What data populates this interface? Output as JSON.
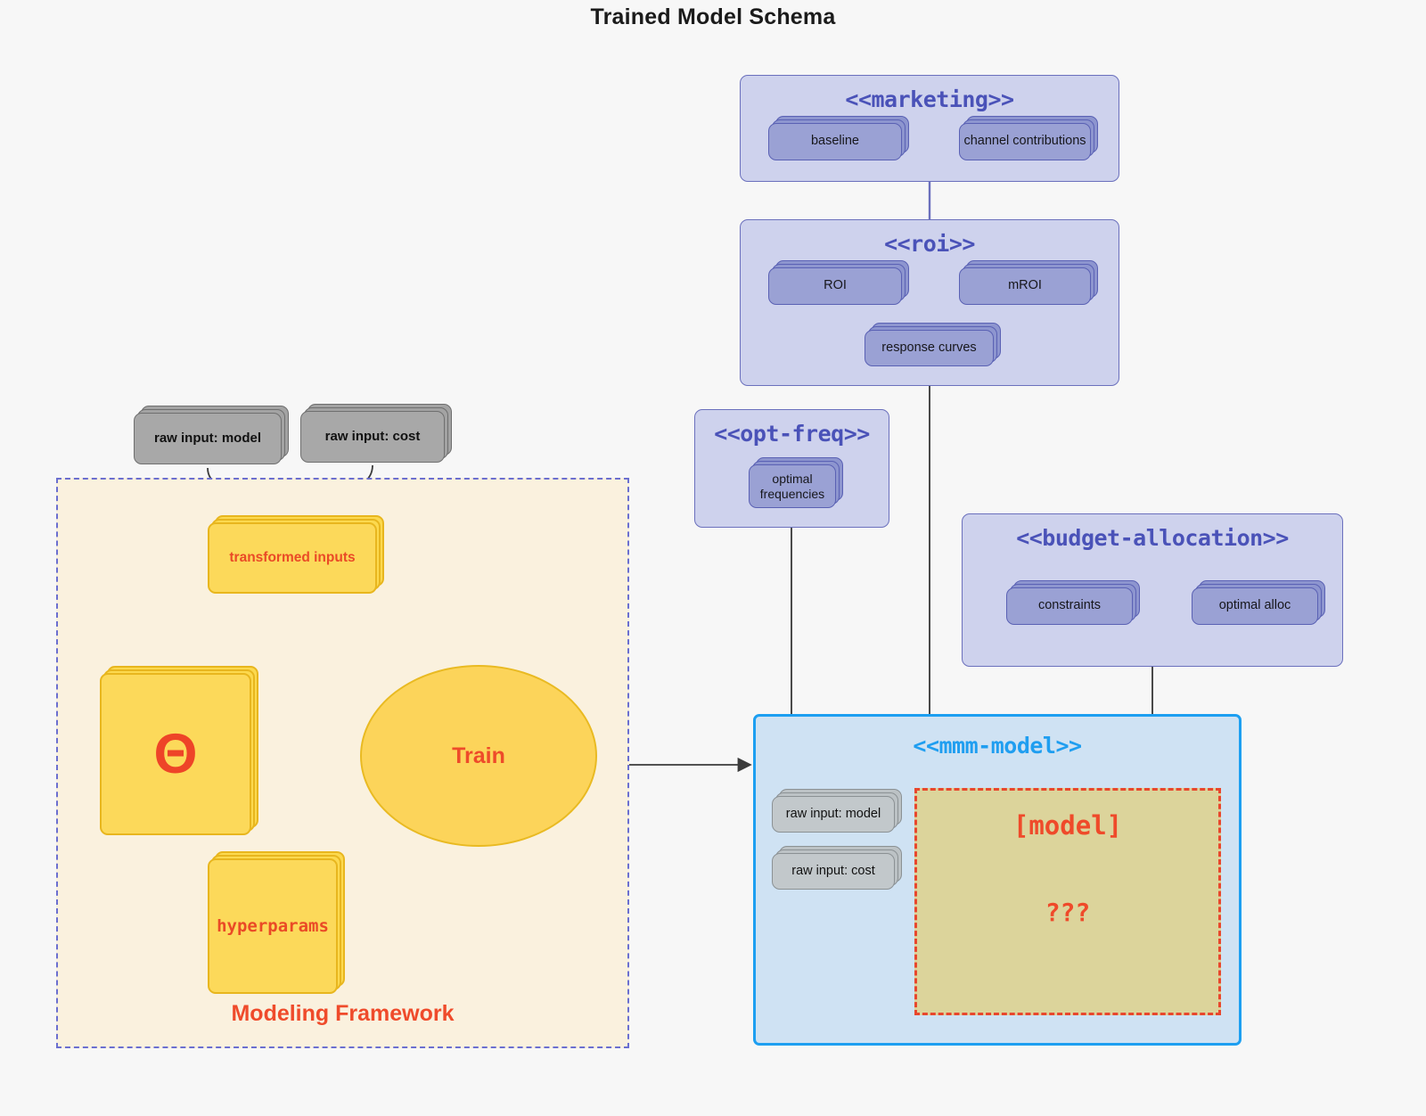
{
  "title": "Trained Model Schema",
  "packages": {
    "marketing": {
      "label": "<<marketing>>",
      "nodes": [
        {
          "name": "baseline"
        },
        {
          "name": "channel contributions"
        }
      ]
    },
    "roi": {
      "label": "<<roi>>",
      "nodes": [
        {
          "name": "ROI"
        },
        {
          "name": "mROI"
        },
        {
          "name": "response curves"
        }
      ]
    },
    "opt_freq": {
      "label": "<<opt-freq>>",
      "nodes": [
        {
          "name": "optimal\nfrequencies"
        }
      ]
    },
    "budget_allocation": {
      "label": "<<budget-allocation>>",
      "nodes": [
        {
          "name": "constraints"
        },
        {
          "name": "optimal alloc"
        }
      ]
    },
    "mmm_model": {
      "label": "<<mmm-model>>",
      "inputs": [
        {
          "name": "raw input: model"
        },
        {
          "name": "raw input: cost"
        }
      ],
      "model_region": {
        "label": "[model]",
        "unknown": "???"
      }
    }
  },
  "modeling_framework": {
    "label": "Modeling Framework",
    "raw_inputs": [
      {
        "name": "raw input: model"
      },
      {
        "name": "raw input: cost"
      }
    ],
    "transformed_inputs": "transformed inputs",
    "theta": "Θ",
    "hyperparams": "hyperparams",
    "train": "Train"
  },
  "colors": {
    "background": "#f7f7f7",
    "package_fill": "#ced2ed",
    "package_border": "#6b70bd",
    "package_title": "#4a52b8",
    "node_fill": "#9aa1d4",
    "node_border": "#5a61b4",
    "mmm_fill": "#cfe2f3",
    "mmm_border": "#1d9ff1",
    "mmm_title": "#1f9ef0",
    "model_region_fill": "#dcd49b",
    "model_region_border": "#e8472d",
    "framework_fill": "#faf1de",
    "framework_border": "#6b6fd0",
    "accent_red": "#ef4a2a",
    "yellow_fill": "#fcd95a",
    "yellow_border": "#e8b61e",
    "grey_dark": "#a8a8a8",
    "grey_light": "#c2c8cb"
  }
}
